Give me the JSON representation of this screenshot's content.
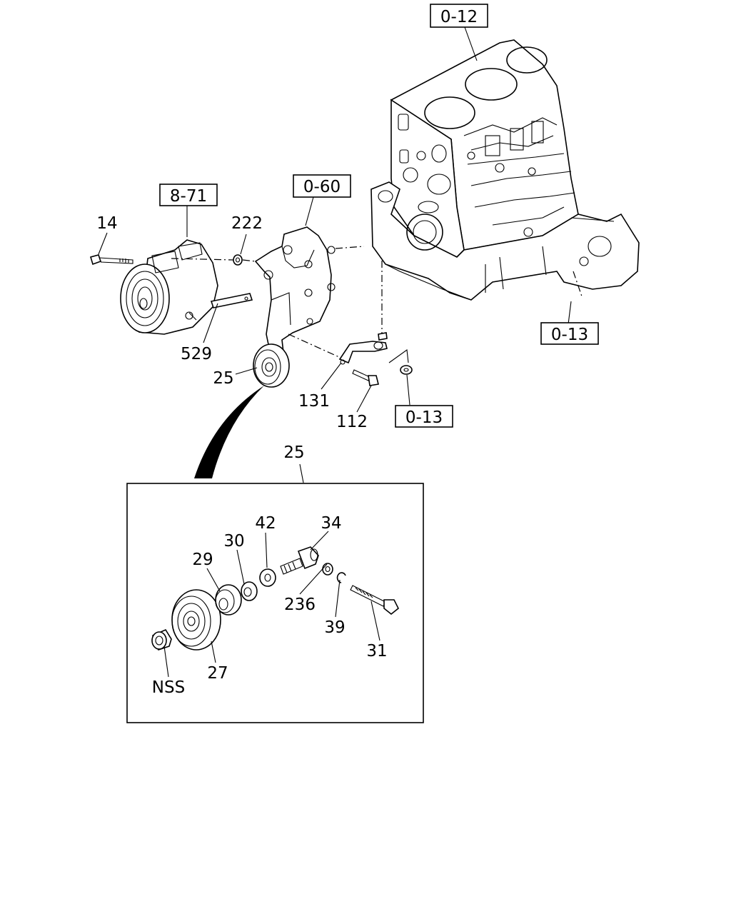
{
  "references": {
    "ref_0_12": "0-12",
    "ref_8_71": "8-71",
    "ref_0_60": "0-60",
    "ref_0_13_right": "0-13",
    "ref_0_13_lower": "0-13"
  },
  "callouts": {
    "c14": "14",
    "c222": "222",
    "c529": "529",
    "c25": "25",
    "c131": "131",
    "c112": "112",
    "detail_title": "25",
    "c42": "42",
    "c34": "34",
    "c30": "30",
    "c29": "29",
    "c236": "236",
    "c39": "39",
    "c31": "31",
    "c27": "27",
    "nss": "NSS"
  }
}
